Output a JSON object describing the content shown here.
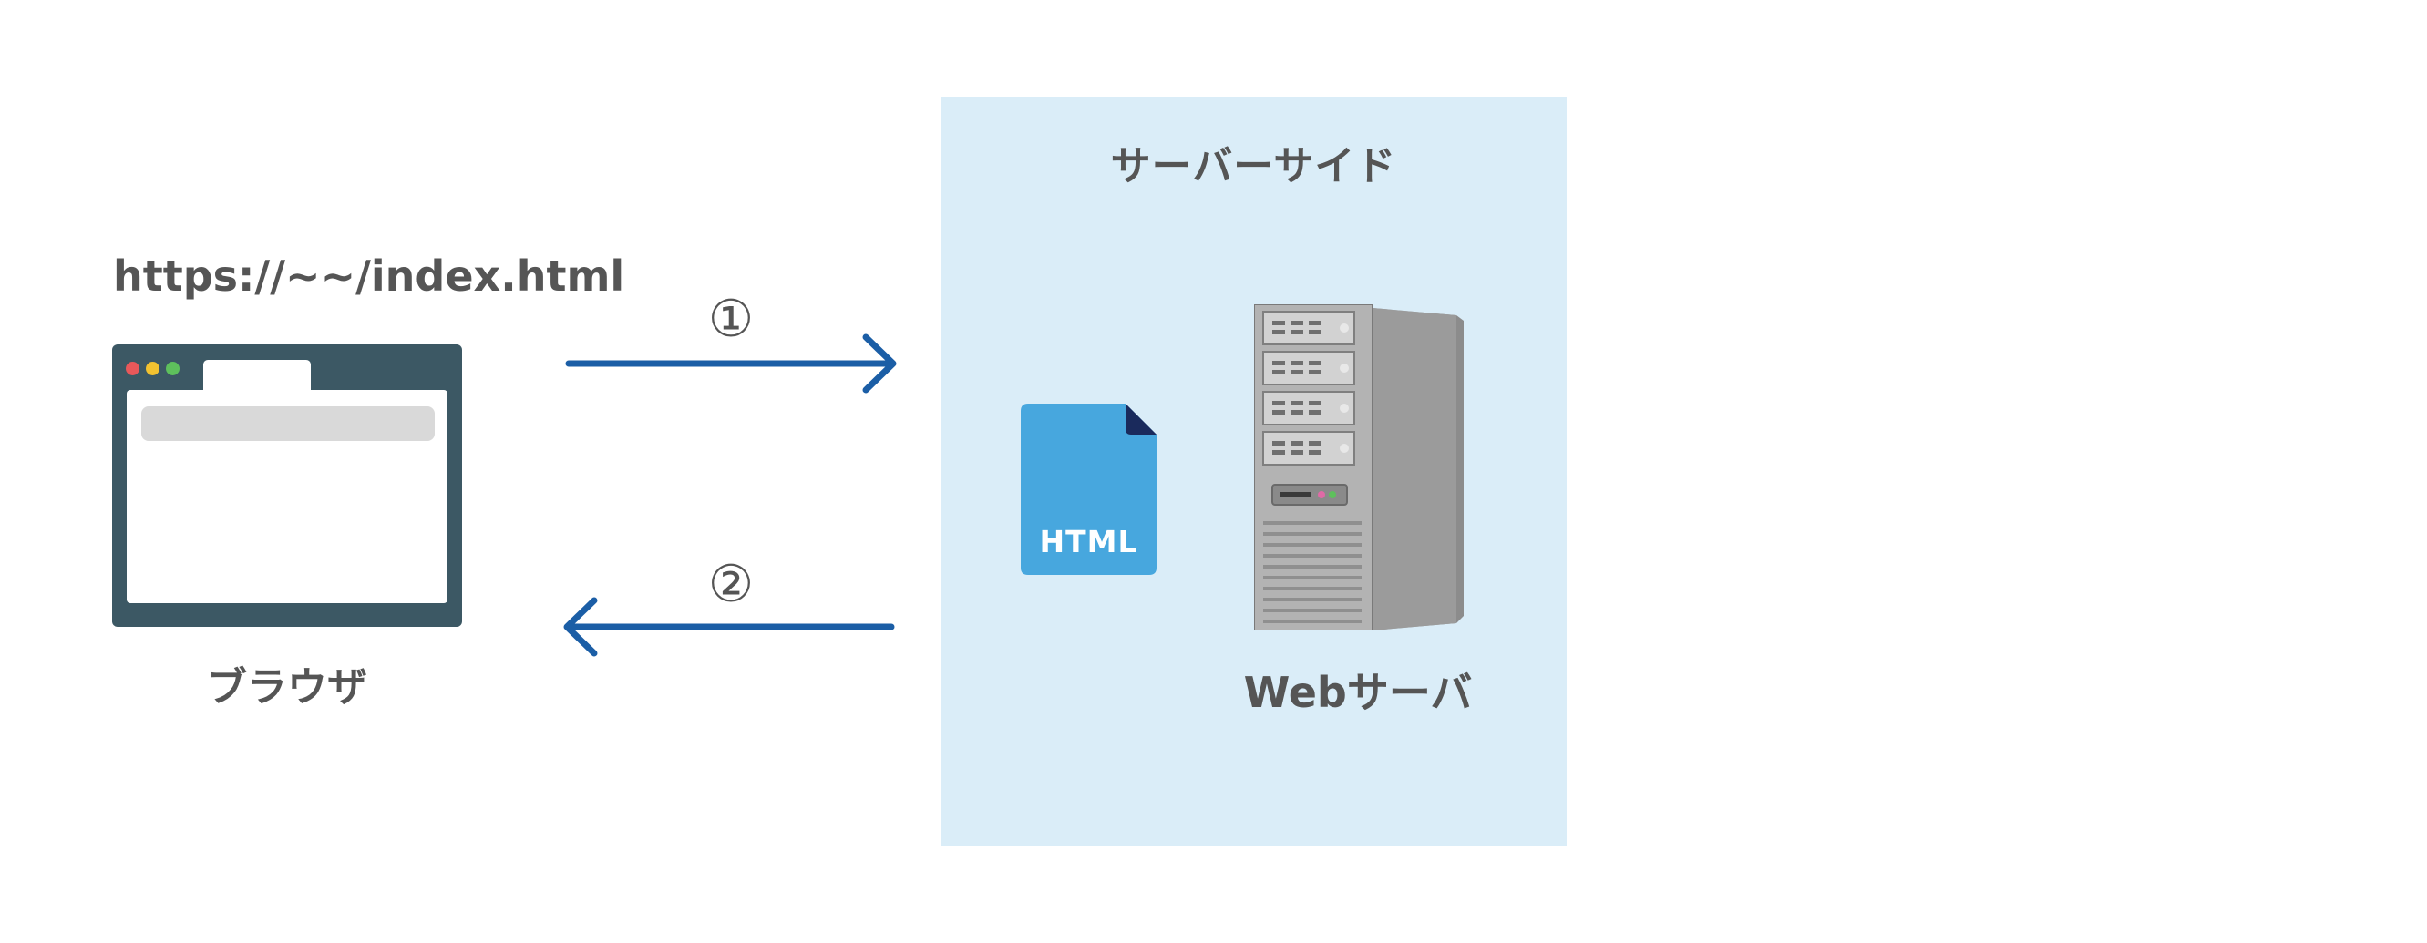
{
  "diagram": {
    "server_side": {
      "title": "サーバーサイド"
    },
    "client": {
      "url": "https://~~/index.html",
      "browser_label": "ブラウザ"
    },
    "steps": [
      {
        "number": "①",
        "direction": "right"
      },
      {
        "number": "②",
        "direction": "left"
      }
    ],
    "html_file": {
      "label": "HTML",
      "icon": "html-file-icon"
    },
    "web_server": {
      "label": "Webサーバ",
      "icon": "server-tower-icon"
    },
    "colors": {
      "panel_background": "#daedf8",
      "arrow": "#1b5ea6",
      "browser_frame": "#3c5864",
      "file": "#47a7de",
      "file_corner": "#1a2a5c",
      "text": "#555555"
    }
  }
}
